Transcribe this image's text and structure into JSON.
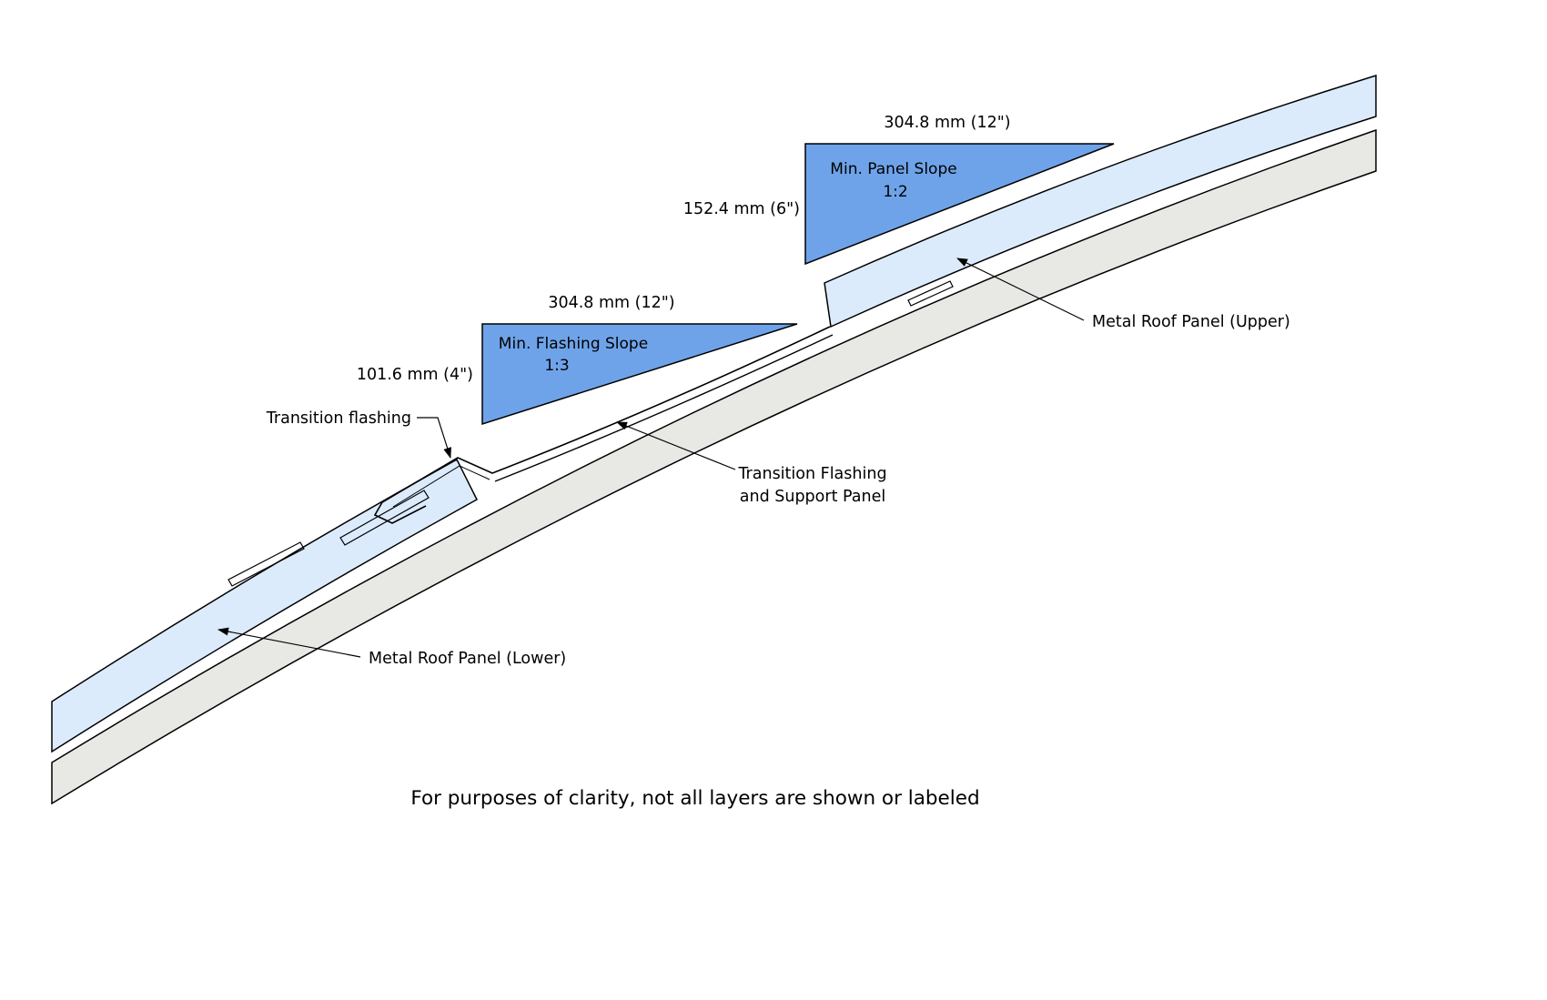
{
  "page": {
    "note": "For purposes of clarity, not all layers are shown or labeled"
  },
  "labels": {
    "transition_flashing": "Transition flashing",
    "metal_roof_panel_upper": "Metal Roof Panel (Upper)",
    "transition_flashing_support_line1": "Transition Flashing",
    "transition_flashing_support_line2": "and Support Panel",
    "metal_roof_panel_lower": "Metal Roof Panel (Lower)"
  },
  "slope_indicators": {
    "panel": {
      "title": "Min. Panel Slope",
      "ratio": "1:2",
      "run": "304.8 mm (12\")",
      "rise": "152.4 mm (6\")"
    },
    "flashing": {
      "title": "Min. Flashing Slope",
      "ratio": "1:3",
      "run": "304.8 mm (12\")",
      "rise": "101.6 mm (4\")"
    }
  },
  "colors": {
    "slope_triangle": "#6ea3e9",
    "roof_panel": "#dcebfc",
    "support_deck": "#e8e8e5",
    "dimension_text": "#0000dd",
    "outline": "#000000",
    "label_text": "#000000"
  }
}
